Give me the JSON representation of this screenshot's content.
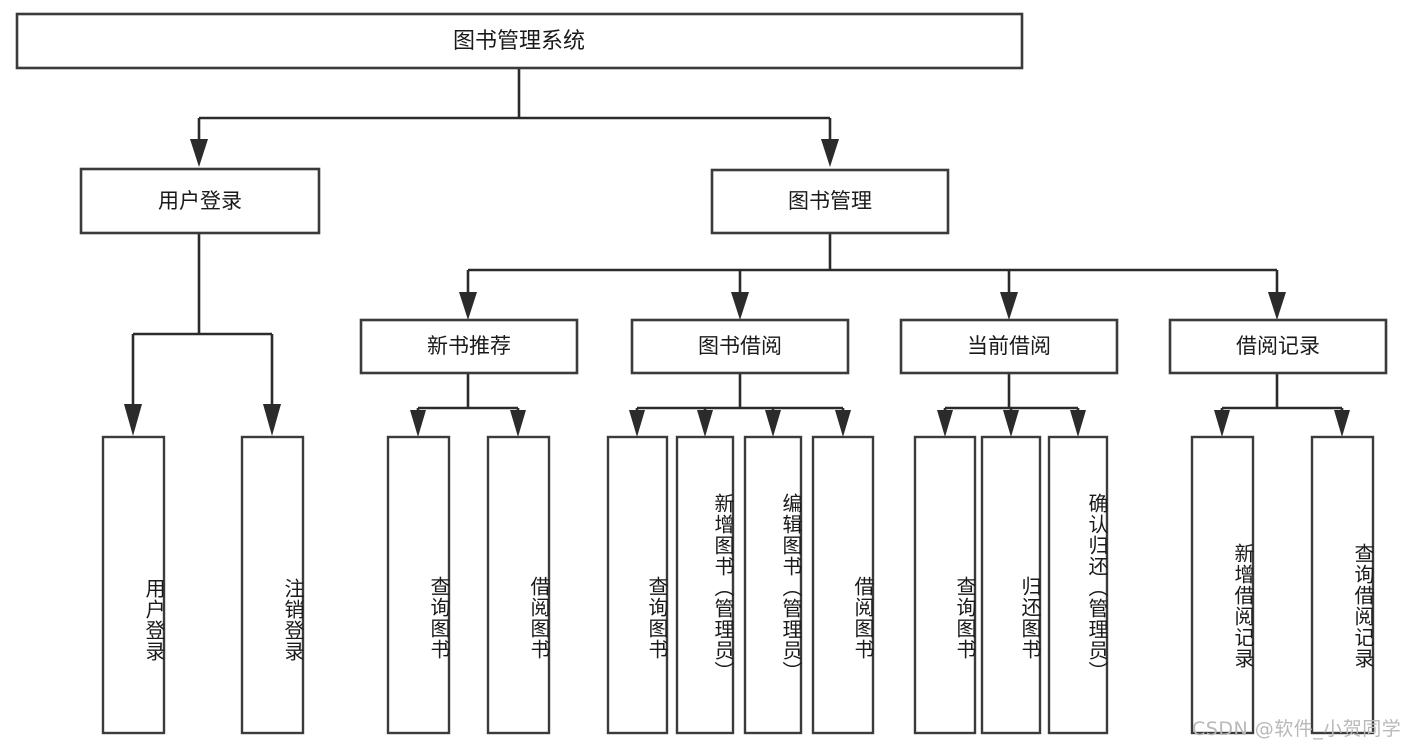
{
  "diagram": {
    "title": "图书管理系统",
    "type": "tree",
    "root": {
      "id": "root",
      "label": "图书管理系统"
    },
    "level2": [
      {
        "id": "user-login",
        "label": "用户登录"
      },
      {
        "id": "book-management",
        "label": "图书管理"
      }
    ],
    "level3": [
      {
        "id": "new-book-recommend",
        "label": "新书推荐",
        "parent": "book-management"
      },
      {
        "id": "book-borrow",
        "label": "图书借阅",
        "parent": "book-management"
      },
      {
        "id": "current-borrow",
        "label": "当前借阅",
        "parent": "book-management"
      },
      {
        "id": "borrow-record",
        "label": "借阅记录",
        "parent": "book-management"
      }
    ],
    "leaves": {
      "user-login": [
        {
          "id": "leaf-user-login",
          "label": "用户登录"
        },
        {
          "id": "leaf-logout",
          "label": "注销登录"
        }
      ],
      "new-book-recommend": [
        {
          "id": "leaf-query-book-1",
          "label": "查询图书"
        },
        {
          "id": "leaf-borrow-book-1",
          "label": "借阅图书"
        }
      ],
      "book-borrow": [
        {
          "id": "leaf-query-book-2",
          "label": "查询图书"
        },
        {
          "id": "leaf-add-book",
          "label": "新增图书（管理员）"
        },
        {
          "id": "leaf-edit-book",
          "label": "编辑图书（管理员）"
        },
        {
          "id": "leaf-borrow-book-2",
          "label": "借阅图书"
        }
      ],
      "current-borrow": [
        {
          "id": "leaf-query-book-3",
          "label": "查询图书"
        },
        {
          "id": "leaf-return-book",
          "label": "归还图书"
        },
        {
          "id": "leaf-confirm-return",
          "label": "确认归还（管理员）"
        }
      ],
      "borrow-record": [
        {
          "id": "leaf-add-record",
          "label": "新增借阅记录"
        },
        {
          "id": "leaf-query-record",
          "label": "查询借阅记录"
        }
      ]
    }
  },
  "watermark": {
    "text": "CSDN @软件_小贺同学"
  },
  "colors": {
    "background": "#ffffff",
    "box_fill": "#ffffff",
    "box_stroke": "#3b3b3b",
    "connector": "#2b2b2b",
    "text": "#1a1a1a",
    "watermark": "#b9b9b9"
  }
}
